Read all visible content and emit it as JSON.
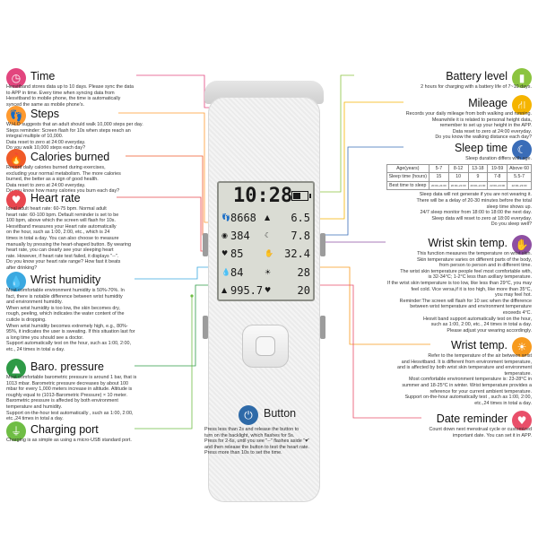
{
  "colors": {
    "time": "#e2457e",
    "steps": "#ff9a2f",
    "calories": "#f05a28",
    "heart": "#e8474f",
    "humidity": "#3aa8e0",
    "baro": "#2e9a46",
    "charging": "#6fbd44",
    "battery": "#8bc43f",
    "mileage": "#f5b400",
    "sleep": "#3a6db8",
    "wrist_skin": "#8e4fa2",
    "wrist_temp": "#f79a1e",
    "date": "#e94f6a",
    "button": "#2e6aa8"
  },
  "left": [
    {
      "id": "time",
      "title": "Time",
      "icon": "clock-icon",
      "lines": [
        "Hesvitband stores data up to 10 days. Please sync the data",
        "to APP in time. Every time when syncing data from",
        "Hesvitband to mobile phone, the time is automatically",
        "synced the same as mobile phone's."
      ]
    },
    {
      "id": "steps",
      "title": "Steps",
      "icon": "footprints-icon",
      "lines": [
        "W.H.O suggests that an adult should walk 10,000 steps per day.",
        "Steps reminder: Screen flash for 10s when steps reach an",
        "integral multiple of 10,000.",
        "Data reset to zero at 24:00 everyday.",
        "Do you walk 10,000 steps each day?"
      ]
    },
    {
      "id": "calories",
      "title": "Calories burned",
      "icon": "flame-icon",
      "lines": [
        "Record daily calories burned during exercises,",
        "excluding your normal metabolism. The more calories",
        "burned, the better as a sign of good health.",
        "Data reset to zero at 24:00 everyday.",
        "Do you know how many calories you burn each day?"
      ]
    },
    {
      "id": "heart",
      "title": "Heart rate",
      "icon": "heart-icon",
      "lines": [
        "Ideal adult heart rate: 60-75 bpm. Normal adult",
        "heart rate: 60-100 bpm. Default reminder is set to be",
        "100 bpm, above which the screen will flash for 10s.",
        "Hesvitband measures your Heart rate automatically",
        "on the hour, such as 1:00, 2:00, etc., which is 24",
        "times in total a day. You can also choose to measure",
        "manually by pressing the heart-shaped button. By wearing",
        "heart rate, you can clearly see your sleeping heart",
        "rate. However, if heart rate test failed, it displays \"--\".",
        "Do you know your heart rate range? How fast it beats",
        "after drinking?"
      ]
    },
    {
      "id": "humidity",
      "title": "Wrist humidity",
      "icon": "droplet-icon",
      "lines": [
        "Most comfortable environment humidity is 50%-70%. In",
        "fact, there is notable difference between wrist humidity",
        "and environment humidity.",
        "When wrist humidity is too low, the skin becomes dry,",
        "rough, peeling, which indicates the water content of the",
        "cuticle is dropping.",
        "When wrist humidity becomes extremely high, e.g., 80%-",
        "95%, it indicates the user is sweating. If this situation last for",
        "a long time you should see a doctor.",
        "Support automatically test on the hour, such as 1:00, 2:00,",
        "etc., 24 times in total a day."
      ]
    },
    {
      "id": "baro",
      "title": "Baro. pressure",
      "icon": "mountain-icon",
      "lines": [
        "Most comfortable barometric pressure is around 1 bar, that is",
        "1013 mbar. Barometric pressure decreases by about 100",
        "mbar for every 1,000 meters increase in altitude. Altitude is",
        "roughly equal to (1013-Barometric Pressure) × 10 meter.",
        "Barometric pressure is affected by both environment",
        "temperature and humidity.",
        "Support on-the-hour test automatically , such as 1:00, 2:00,",
        "etc.,24 times in total a day."
      ]
    },
    {
      "id": "charging",
      "title": "Charging port",
      "icon": "plug-icon",
      "lines": [
        "Charging is as simple as using a micro-USB standard port."
      ]
    }
  ],
  "right": [
    {
      "id": "battery",
      "title": "Battery level",
      "icon": "battery-icon",
      "lines": [
        "2 hours for charging with a battery life of 7~10 days."
      ]
    },
    {
      "id": "mileage",
      "title": "Mileage",
      "icon": "road-icon",
      "lines": [
        "Records your daily mileage from both walking and running.",
        "Meanwhile it is related to personal height data,",
        "remember to set up your height in the APP.",
        "Data reset to zero at 24:00 everyday.",
        "Do you know the walking distance each day?"
      ]
    },
    {
      "id": "sleep",
      "title": "Sleep time",
      "icon": "moon-icon",
      "lines": [
        "Sleep duration differs with age."
      ],
      "table": [
        [
          "Age(years)",
          "5-7",
          "8-12",
          "13-18",
          "19-59",
          "Above 60"
        ],
        [
          "Sleep time (hours)",
          "15",
          "10",
          "9",
          "7-8",
          "5.5-7"
        ],
        [
          "Best time to sleep",
          "20:00~21:00",
          "20:00~21:00",
          "20:00~21:00",
          "22:00~23:00",
          "22:00~23:00"
        ]
      ],
      "lines_after": [
        "Sleep data will not generate if you are not wearing it.",
        "There will be a delay of 20-30 minutes before the total",
        "sleep time shows up.",
        "24/7 sleep monitor from 18:00 to 18:00 the next day.",
        "Sleep data will reset to zero at 18:00 everyday.",
        "Do you sleep well?"
      ]
    },
    {
      "id": "wrist_skin",
      "title": "Wrist skin temp.",
      "icon": "hand-icon",
      "lines": [
        "This function measures the temperature on wrist skin.",
        "Skin temperature varies on different parts of the body,",
        "from person to person and in different time.",
        "The wrist skin temperature people feel most comfortable with,",
        "is 32-34°C; 1-2°C less than axillary temperature.",
        "If the wrist skin temperature is too low, like less than 29°C, you may",
        "feel cold. Vice versa,if it is too high, like more than 35°C,",
        "you may feel hot.",
        "Reminder:The screen will flash for 10 sec when the difference",
        "between wrist temperature and environment temperature",
        "exceeds 4°C.",
        "Hesvit band support automatically test on the hour,",
        "such as 1:00, 2:00, etc., 24 times in total a day.",
        "Please adjust your wearing accordingly."
      ]
    },
    {
      "id": "wrist_temp",
      "title": "Wrist temp.",
      "icon": "sun-icon",
      "lines": [
        "Refer to the temperature of the air between wrist",
        "and Hesvitband. It is different from environment temperature,",
        "and is affected by both wrist skin temperature and environment",
        "temperature.",
        "Most comfortable environment temperature is: 23-28°C in",
        "summer and 18-25°C in winter. Wrist temperature provides a",
        "reference for your current ambient temperature.",
        "Support on-the-hour automatically test , such as 1:00, 2:00,",
        "etc.,24 times in total a day."
      ]
    },
    {
      "id": "date",
      "title": "Date reminder",
      "icon": "calendar-heart-icon",
      "lines": [
        "Count down next menstrual cycle or customized",
        "important date. You can set it in APP."
      ]
    }
  ],
  "button": {
    "title": "Button",
    "icon": "power-icon",
    "lines": [
      "Press less than 2s and release the button to",
      "turn on the backlight, which flashes for 5s.",
      "Press for 2-6s, until you see \"--\" flashes aside \"♥\"",
      "and then release the button to test the heart rate.",
      "Press more than 10s to set the time."
    ]
  },
  "display": {
    "time": "10:28",
    "battery_level": 0.6,
    "rows": [
      {
        "left": "8668",
        "left_glyph": "steps",
        "right_glyph": "mileage",
        "right": "6.5"
      },
      {
        "left": "384",
        "left_glyph": "calories",
        "right_glyph": "sleep",
        "right": "7.8"
      },
      {
        "left": "85",
        "left_glyph": "heart",
        "right_glyph": "wrist-skin",
        "right": "32.4"
      },
      {
        "left": "84",
        "left_glyph": "humidity",
        "right_glyph": "wrist-temp",
        "right": "28"
      },
      {
        "left": "995.7",
        "left_glyph": "baro",
        "right_glyph": "date",
        "right": "20"
      }
    ]
  }
}
